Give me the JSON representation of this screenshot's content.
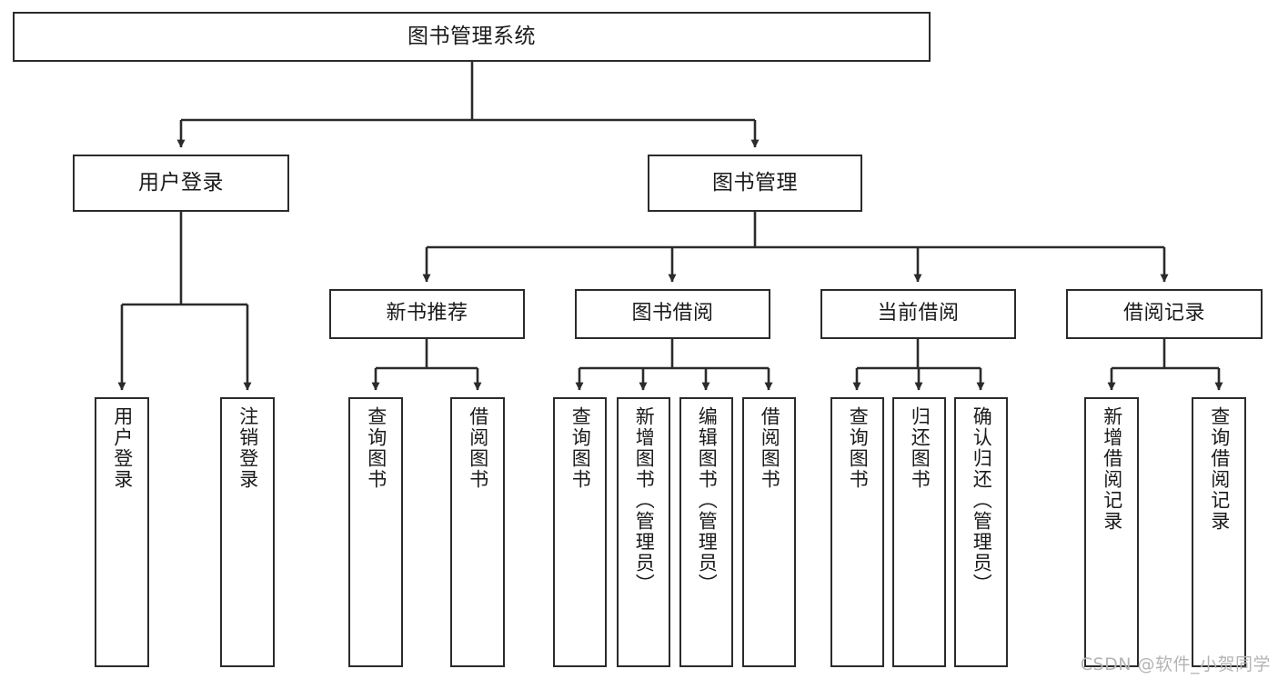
{
  "diagram": {
    "title": "图书管理系统",
    "type": "tree",
    "watermark": "CSDN @软件_小贺同学",
    "colors": {
      "border": "#2b2b2b",
      "fill": "#ffffff",
      "text": "#1a1a1a",
      "edge": "#2b2b2b",
      "watermark": "#b4b4b4"
    },
    "nodes": {
      "root": {
        "label": "图书管理系统"
      },
      "level1": [
        {
          "label": "用户登录"
        },
        {
          "label": "图书管理"
        }
      ],
      "level2": [
        {
          "label": "新书推荐"
        },
        {
          "label": "图书借阅"
        },
        {
          "label": "当前借阅"
        },
        {
          "label": "借阅记录"
        }
      ],
      "leaves": {
        "user_login": [
          {
            "label": "用户登录"
          },
          {
            "label": "注销登录"
          }
        ],
        "new_book": [
          {
            "label": "查询图书"
          },
          {
            "label": "借阅图书"
          }
        ],
        "book_borrow": [
          {
            "label": "查询图书"
          },
          {
            "label": "新增图书（管理员）"
          },
          {
            "label": "编辑图书（管理员）"
          },
          {
            "label": "借阅图书"
          }
        ],
        "current_borrow": [
          {
            "label": "查询图书"
          },
          {
            "label": "归还图书"
          },
          {
            "label": "确认归还（管理员）"
          }
        ],
        "borrow_record": [
          {
            "label": "新增借阅记录"
          },
          {
            "label": "查询借阅记录"
          }
        ]
      }
    }
  }
}
